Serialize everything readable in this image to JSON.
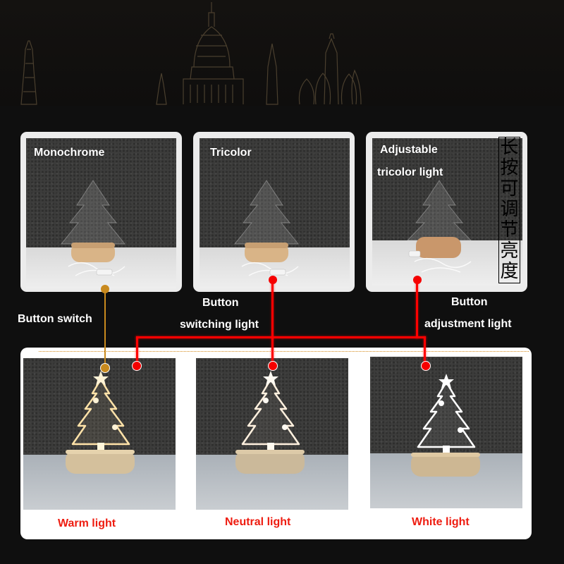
{
  "top_row": {
    "cards": [
      {
        "label": "Monochrome"
      },
      {
        "label": "Tricolor"
      },
      {
        "label_line1": "Adjustable",
        "label_line2": "tricolor light"
      }
    ],
    "vertical_note": [
      "长",
      "按",
      "可",
      "调",
      "节",
      "亮",
      "度"
    ]
  },
  "captions": {
    "button_switch": "Button switch",
    "button_switching_line1": "Button",
    "button_switching_line2": "switching light",
    "button_adjust_line1": "Button",
    "button_adjust_line2": "adjustment light"
  },
  "bottom_row": {
    "cards": [
      {
        "label": "Warm light",
        "glow": "#ffd98a"
      },
      {
        "label": "Neutral light",
        "glow": "#fff2dc"
      },
      {
        "label": "White light",
        "glow": "#ffffff"
      }
    ]
  },
  "colors": {
    "background": "#0f0f0f",
    "card": "#ececec",
    "connector_red": "#ff0000",
    "connector_gold": "#c98a1e",
    "label_red": "#ee1c10"
  }
}
